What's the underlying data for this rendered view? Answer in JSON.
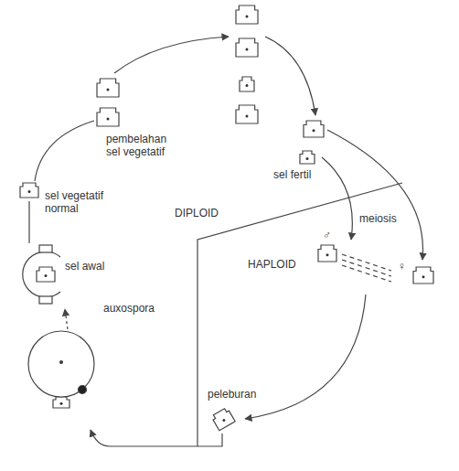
{
  "diagram": {
    "labels": [
      "pembelahan sel vegetatif",
      "sel vegetatif normal",
      "sel awal",
      "auxospora",
      "peleburan",
      "sel fertil",
      "meiosis",
      "DIPLOID",
      "HAPLOID",
      "♂",
      "♀"
    ]
  }
}
